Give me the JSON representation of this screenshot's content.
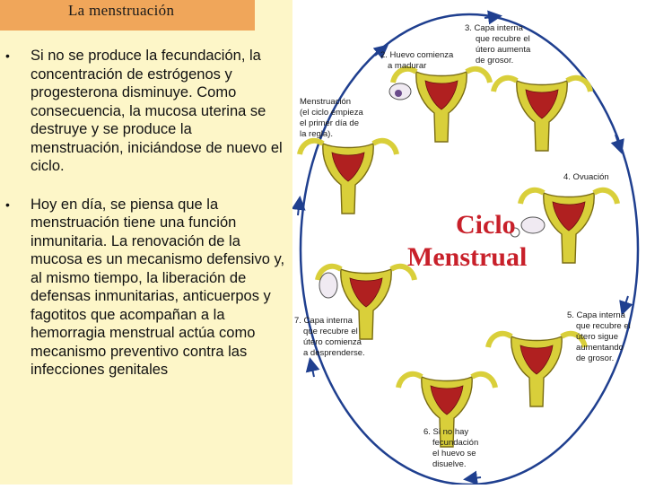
{
  "slide": {
    "title": "La menstruación",
    "bullets": [
      "Si no se produce la fecundación, la concentración de estrógenos y progesterona disminuye. Como consecuencia, la mucosa uterina se destruye y se produce la menstruación, iniciándose de nuevo el ciclo.",
      "Hoy en día, se piensa que la menstruación tiene una función inmunitaria. La renovación de la mucosa es un mecanismo defensivo y, al mismo tiempo, la liberación de defensas inmunitarias, anticuerpos y fagotitos que acompañan a la hemorragia menstrual actúa como mecanismo preventivo contra las infecciones genitales"
    ]
  },
  "diagram": {
    "center_title_1": "Ciclo",
    "center_title_2": "Menstrual",
    "stages": {
      "s1": [
        "Menstruación",
        "(el ciclo empieza",
        "el primer día de",
        "la regla)."
      ],
      "s2": [
        "2. Huevo comienza",
        "a madurar"
      ],
      "s3": [
        "3. Capa interna",
        "que recubre el",
        "útero aumenta",
        "de grosor."
      ],
      "s4": [
        "4. Ovuación"
      ],
      "s5": [
        "5. Capa interna",
        "que recubre el",
        "útero sigue",
        "aumentando",
        "de grosor."
      ],
      "s6": [
        "6. Si no hay",
        "fecundación",
        "el huevo se",
        "disuelve."
      ],
      "s7": [
        "7. Capa interna",
        "que recubre el",
        "útero comienza",
        "a desprenderse."
      ]
    },
    "colors": {
      "uterus": "#d9cf3a",
      "lining": "#b02020",
      "arrow": "#1f3f8f",
      "title_red": "#c8202a"
    }
  }
}
